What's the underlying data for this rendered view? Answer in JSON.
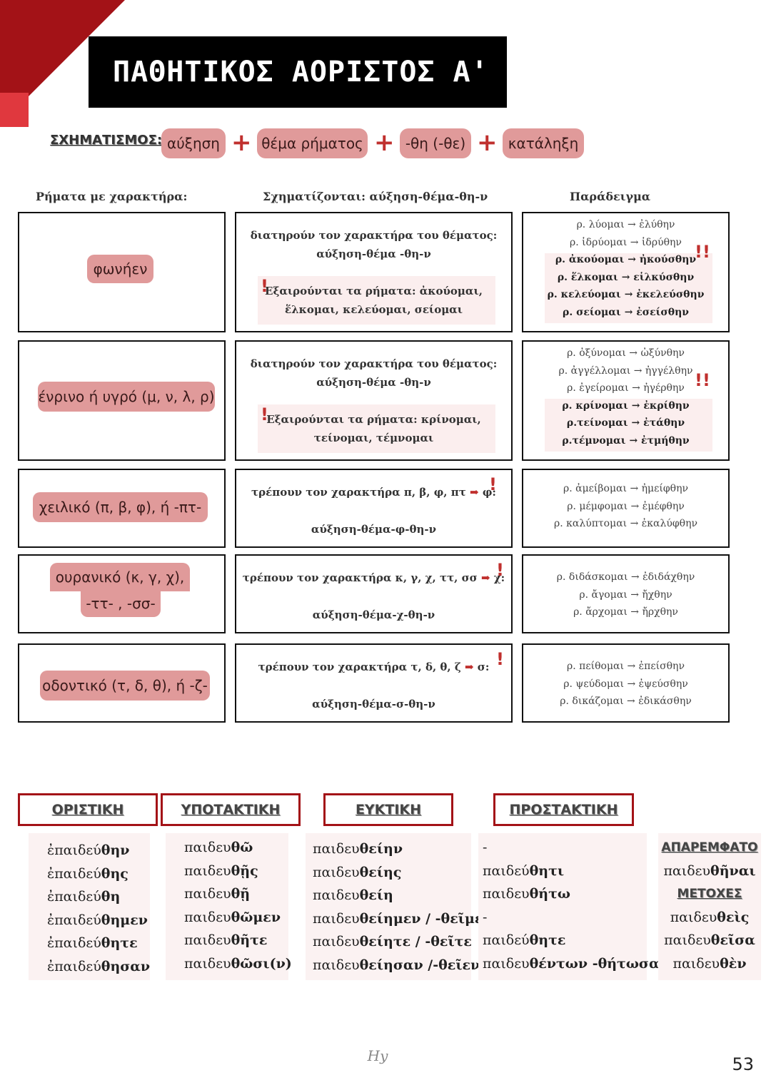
{
  "title": "ΠΑΘΗΤΙΚΟΣ ΑΟΡΙΣΤΟΣ Α'",
  "formation": {
    "label": "ΣΧΗΜΑΤΙΣΜΟΣ:",
    "parts": [
      "αύξηση",
      "θέμα ρήματος",
      "-θη (-θε)",
      "κατάληξη"
    ],
    "plus": "+"
  },
  "table": {
    "headers": [
      "Ρήματα με χαρακτήρα:",
      "Σχηματίζονται: αύξηση-θέμα-θη-ν",
      "Παράδειγμα"
    ],
    "rows": [
      {
        "type": "φωνήεν",
        "rule1": "διατηρούν τον χαρακτήρα του θέματος:",
        "rule2": "αύξηση-θέμα -θη-ν",
        "exc1": "Εξαιρούνται τα ρήματα: ἀκούομαι,",
        "exc2": "ἕλκομαι, κελεύομαι, σείομαι",
        "examples": [
          "ρ. λύομαι → ἐλύθην",
          "ρ. ἱδρύομαι → ἱδρύθην",
          "ρ. ἀκούομαι → ἠκούσθην",
          "ρ. ἕλκομαι → εἱλκύσθην",
          "ρ. κελεύομαι → ἐκελεύσθην",
          "ρ. σείομαι → ἐσείσθην"
        ]
      },
      {
        "type": "ένρινο ή υγρό (μ, ν, λ, ρ)",
        "rule1": "διατηρούν τον χαρακτήρα του θέματος:",
        "rule2": "αύξηση-θέμα -θη-ν",
        "exc1": "Εξαιρούνται τα ρήματα: κρίνομαι,",
        "exc2": "τείνομαι, τέμνομαι",
        "examples": [
          "ρ. ὀξύνομαι → ὠξύνθην",
          "ρ. ἀγγέλλομαι → ἠγγέλθην",
          "ρ. ἐγείρομαι → ἠγέρθην",
          "ρ. κρίνομαι → ἐκρίθην",
          "ρ.τείνομαι → ἐτάθην",
          "ρ.τέμνομαι → ἐτμήθην"
        ]
      },
      {
        "type": "χειλικό (π, β, φ), ή -πτ-",
        "rule1": "τρέπουν τον χαρακτήρα π, β, φ, πτ",
        "rule1_end": "φ:",
        "rule2": "αύξηση-θέμα-φ-θη-ν",
        "examples": [
          "ρ. ἀμείβομαι → ἠμείφθην",
          "ρ. μέμφομαι → ἐμέφθην",
          "ρ. καλύπτομαι → ἐκαλύφθην"
        ]
      },
      {
        "type1": "ουρανικό (κ, γ, χ),",
        "type2": "-ττ- , -σσ-",
        "rule1": "τρέπουν τον χαρακτήρα κ, γ, χ, ττ, σσ",
        "rule1_end": "χ:",
        "rule2": "αύξηση-θέμα-χ-θη-ν",
        "examples": [
          "ρ. διδάσκομαι → ἐδιδάχθην",
          "ρ. ἄγομαι → ἤχθην",
          "ρ. ἄρχομαι → ἤρχθην"
        ]
      },
      {
        "type": "οδοντικό (τ, δ, θ), ή -ζ-",
        "rule1": "τρέπουν τον χαρακτήρα τ, δ, θ, ζ",
        "rule1_end": "σ:",
        "rule2": "αύξηση-θέμα-σ-θη-ν",
        "examples": [
          "ρ. πείθομαι → ἐπείσθην",
          "ρ. ψεύδομαι → ἐψεύσθην",
          "ρ. δικάζομαι → ἐδικάσθην"
        ]
      }
    ]
  },
  "moods": {
    "headers": [
      "ΟΡΙΣΤΙΚΗ",
      "ΥΠΟΤΑΚΤΙΚΗ",
      "ΕΥΚΤΙΚΗ",
      "ΠΡΟΣΤΑΚΤΙΚΗ"
    ],
    "oristiki": [
      [
        "ἐπαιδεύ",
        "θην"
      ],
      [
        "ἐπαιδεύ",
        "θης"
      ],
      [
        "ἐπαιδεύ",
        "θη"
      ],
      [
        "ἐπαιδεύ",
        "θημεν"
      ],
      [
        "ἐπαιδεύ",
        "θητε"
      ],
      [
        "ἐπαιδεύ",
        "θησαν"
      ]
    ],
    "ypotaktiki": [
      [
        "παιδευ",
        "θῶ"
      ],
      [
        "παιδευ",
        "θῇς"
      ],
      [
        "παιδευ",
        "θῇ"
      ],
      [
        "παιδευ",
        "θῶμεν"
      ],
      [
        "παιδευ",
        "θῆτε"
      ],
      [
        "παιδευ",
        "θῶσι(ν)"
      ]
    ],
    "efktiki": [
      [
        "παιδευ",
        "θείην"
      ],
      [
        "παιδευ",
        "θείης"
      ],
      [
        "παιδευ",
        "θείη"
      ],
      [
        "παιδευ",
        "θείημεν / -θεῖμεν"
      ],
      [
        "παιδευ",
        "θείητε / -θεῖτε"
      ],
      [
        "παιδευ",
        "θείησαν /-θεῖεν"
      ]
    ],
    "prostaktiki": [
      [
        "-",
        ""
      ],
      [
        "παιδεύ",
        "θητι"
      ],
      [
        "παιδευ",
        "θήτω"
      ],
      [
        "-",
        ""
      ],
      [
        "παιδεύ",
        "θητε"
      ],
      [
        "παιδευ",
        "θέντων -θήτωσαν"
      ]
    ],
    "infinitive_label": "ΑΠΑΡΕΜΦΑΤΟ",
    "infinitive": [
      "παιδευ",
      "θῆναι"
    ],
    "participles_label": "ΜΕΤΟΧΕΣ",
    "participles": [
      [
        "παιδευ",
        "θεὶς"
      ],
      [
        "παιδευ",
        "θεῖσα"
      ],
      [
        "παιδευ",
        "θὲν"
      ]
    ]
  },
  "page_number": "53",
  "colors": {
    "dark_red": "#a31217",
    "pink": "#e09a9a",
    "plus": "#c0302e"
  }
}
